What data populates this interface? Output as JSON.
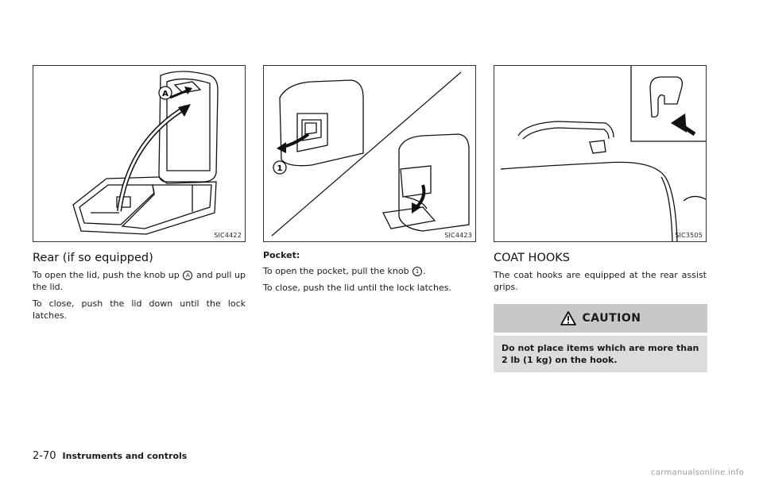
{
  "figures": {
    "fig1": {
      "code": "SIC4422",
      "callout": "A"
    },
    "fig2": {
      "code": "SIC4423",
      "callout": "1"
    },
    "fig3": {
      "code": "SIC3505"
    }
  },
  "rear": {
    "heading": "Rear (if so equipped)",
    "p1_before": "To open the lid, push the knob up",
    "p1_marker": "A",
    "p1_after": "and pull up the lid.",
    "p2": "To close, push the lid down until the lock latches."
  },
  "pocket": {
    "heading": "Pocket:",
    "p1_before": "To open the pocket, pull the knob",
    "p1_marker": "1",
    "p1_after": ".",
    "p2": "To close, push the lid until the lock latches."
  },
  "coat_hooks": {
    "heading": "COAT HOOKS",
    "p1": "The coat hooks are equipped at the rear assist grips."
  },
  "caution": {
    "title": "CAUTION",
    "body": "Do not place items which are more than 2 lb (1 kg) on the hook."
  },
  "footer": {
    "page_number": "2-70",
    "section": "Instruments and controls",
    "watermark": "carmanualsonline.info"
  }
}
